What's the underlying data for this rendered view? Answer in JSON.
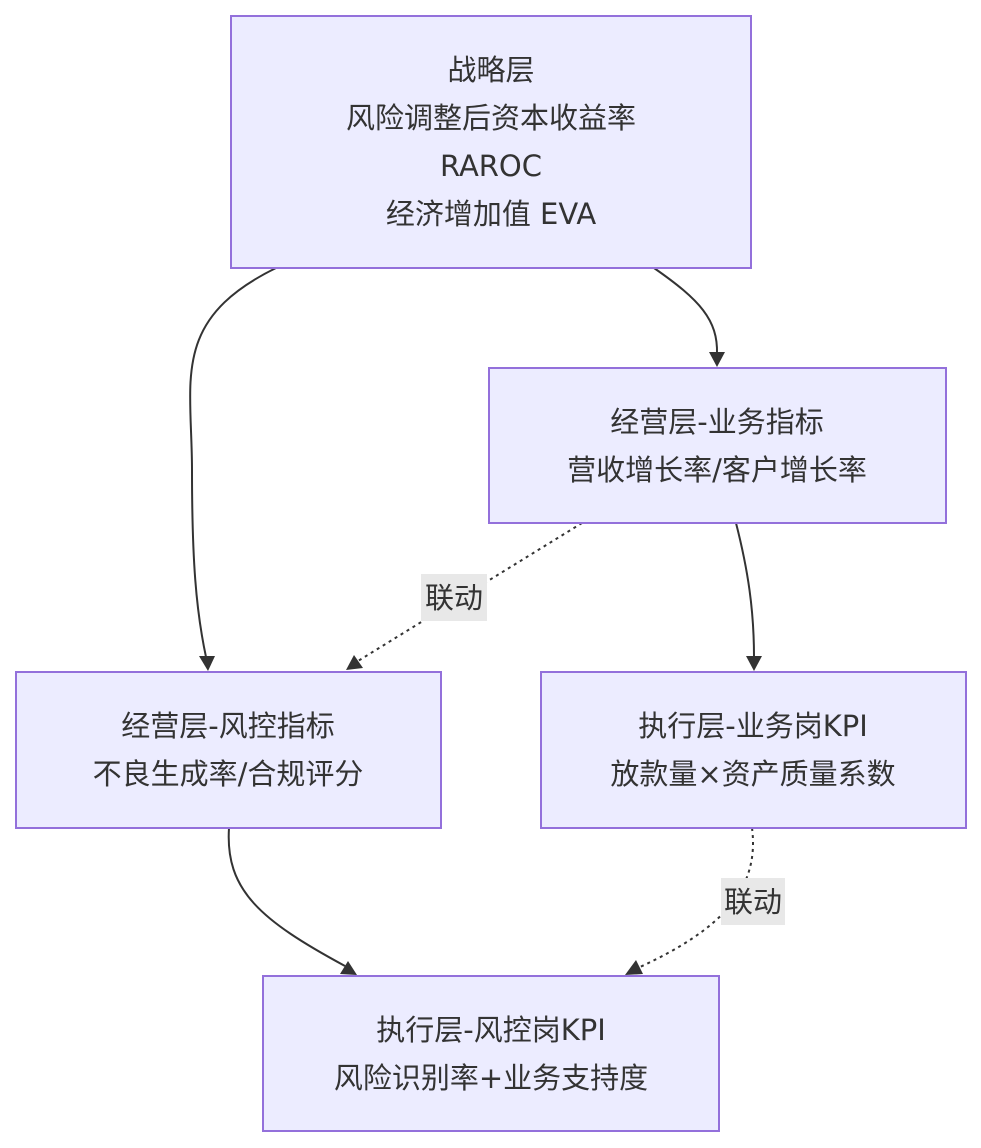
{
  "nodes": {
    "strategy": {
      "lines": [
        "战略层",
        "风险调整后资本收益率",
        "RAROC",
        "经济增加值 EVA"
      ]
    },
    "ops_business": {
      "lines": [
        "经营层-业务指标",
        "营收增长率/客户增长率"
      ]
    },
    "ops_risk": {
      "lines": [
        "经营层-风控指标",
        "不良生成率/合规评分"
      ]
    },
    "exec_business": {
      "lines": [
        "执行层-业务岗KPI",
        "放款量×资产质量系数"
      ]
    },
    "exec_risk": {
      "lines": [
        "执行层-风控岗KPI",
        "风险识别率+业务支持度"
      ]
    }
  },
  "edges": {
    "ops_link_label": "联动",
    "exec_link_label": "联动"
  },
  "colors": {
    "node_fill": "#ECECFF",
    "node_stroke": "#9370DB",
    "edge": "#333333",
    "label_bg": "#e8e8e8"
  }
}
